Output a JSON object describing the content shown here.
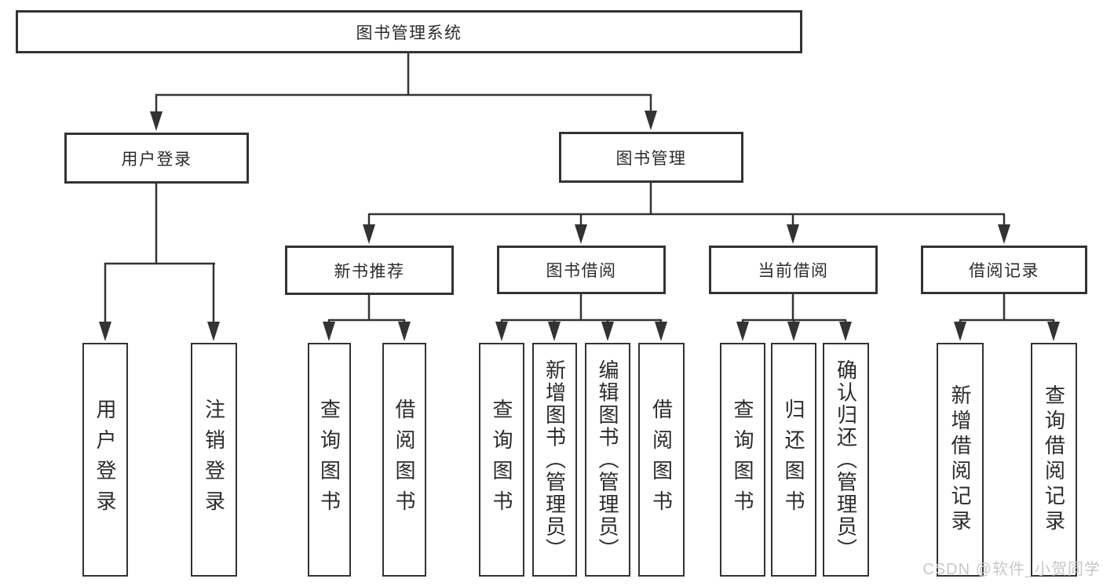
{
  "tree": {
    "label": "图书管理系统",
    "children": [
      {
        "label": "用户登录",
        "children": [
          {
            "label": "用户登录"
          },
          {
            "label": "注销登录"
          }
        ]
      },
      {
        "label": "图书管理",
        "children": [
          {
            "label": "新书推荐",
            "children": [
              {
                "label": "查询图书"
              },
              {
                "label": "借阅图书"
              }
            ]
          },
          {
            "label": "图书借阅",
            "children": [
              {
                "label": "查询图书"
              },
              {
                "label": "新增图书（管理员）"
              },
              {
                "label": "编辑图书（管理员）"
              },
              {
                "label": "借阅图书"
              }
            ]
          },
          {
            "label": "当前借阅",
            "children": [
              {
                "label": "查询图书"
              },
              {
                "label": "归还图书"
              },
              {
                "label": "确认归还（管理员）"
              }
            ]
          },
          {
            "label": "借阅记录",
            "children": [
              {
                "label": "新增借阅记录"
              },
              {
                "label": "查询借阅记录"
              }
            ]
          }
        ]
      }
    ]
  },
  "watermark": "CSDN @软件_小贺同学",
  "colors": {
    "line": "#333333",
    "border": "#333333",
    "text": "#2b2b2b",
    "watermark": "#c8c8c8",
    "background": "#ffffff"
  }
}
